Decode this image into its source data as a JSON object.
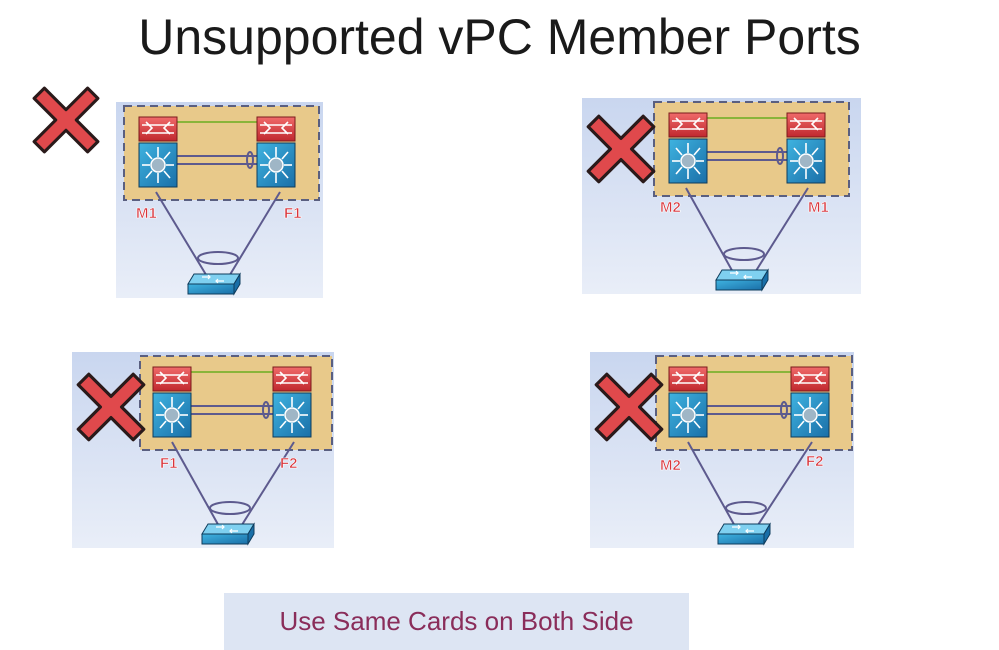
{
  "title": "Unsupported vPC Member Ports",
  "note": "Use Same Cards on Both Side",
  "colors": {
    "panel_bg_top": "#c9d6ef",
    "panel_bg_bottom": "#e9eef8",
    "domain_fill": "#e8c98a",
    "domain_border": "#5a5f80",
    "card_label": "#d9343b",
    "x_mark": "#e0494c",
    "link": "#5d5a8e"
  },
  "icons": [
    "red-x-icon",
    "nexus-switch-icon",
    "access-switch-icon"
  ],
  "panels": [
    {
      "left_card": "M1",
      "right_card": "F1",
      "status": "unsupported"
    },
    {
      "left_card": "M2",
      "right_card": "M1",
      "status": "unsupported"
    },
    {
      "left_card": "F1",
      "right_card": "F2",
      "status": "unsupported"
    },
    {
      "left_card": "M2",
      "right_card": "F2",
      "status": "unsupported"
    }
  ]
}
